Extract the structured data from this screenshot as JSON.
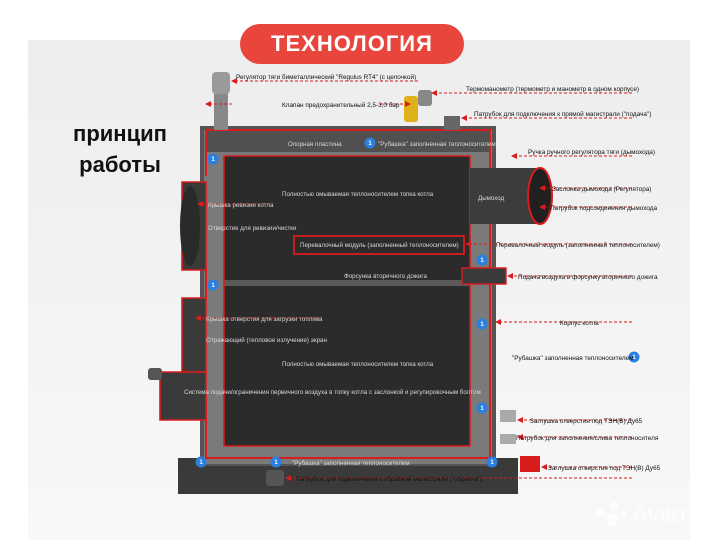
{
  "title": "ТЕХНОЛОГИЯ",
  "subtitle_line1": "принцип",
  "subtitle_line2": "работы",
  "badge": "1",
  "watermark": "Avito",
  "labels": {
    "regulator": "Регулятор тяги биметаллический \"Regulus RT4\" (с цепочкой)",
    "thermomanometer": "Термоманометр (термометр и манометр в одном корпусе)",
    "valve": "Клапан предохранительный 2,5-3,0 бар",
    "supply_pipe": "Патрубок для подключения  к прямой магистрали (\"подача\")",
    "damper_handle": "Ручка ручного регулятора тяги (дымохода)",
    "damper": "Заслонка дымохода (Регулятора)",
    "chimney_pipe": "Патрубок подсоединения дымохода",
    "module_right": "Перевалочный модуль (заполненный теплоносителем)",
    "air_supply": "Подача воздуха в форсунку вторичного дожига",
    "body": "Корпус котла",
    "jacket_right": "\"Рубашка\" заполненная теплоносителем",
    "plug_top": "Заглушка отверстия под ТЭН(В) Ду65",
    "fill_drain": "Патрубок для заполнения/слива теплоносителя",
    "plug_bottom": "Заглушка отверстия под ТЭН(В) Ду65",
    "return_pipe": "Патрубок для подключения  к обратной магистрали (\"обратка\")."
  },
  "inner_labels": {
    "support_plate": "Опорная пластина",
    "jacket_top": "\"Рубашка\" заполненная теплоносителем",
    "chimney": "Дымоход",
    "firebox_top": "Полностью омываемая теплоносителем топка котла",
    "inspection_cover": "Крышка ревизии котла",
    "inspection_hole": "Отверстие для ревизии/чистки",
    "module_inner": "Перевалочный модуль (заполненный теплоносителем)",
    "nozzle": "Форсунка вторичного дожига",
    "load_cover": "Крышка отверстия для загрузки топлива",
    "screen": "Отражающий (тепловое излучение) экран",
    "firebox_bottom": "Полностью омываемая теплоносителем топка котла",
    "air_system": "Система подачи/ограничения первичного воздуха в топку котла с заслонкой и регулировочным болтом",
    "jacket_bottom": "\"Рубашка\" заполненная теплоносителем"
  }
}
